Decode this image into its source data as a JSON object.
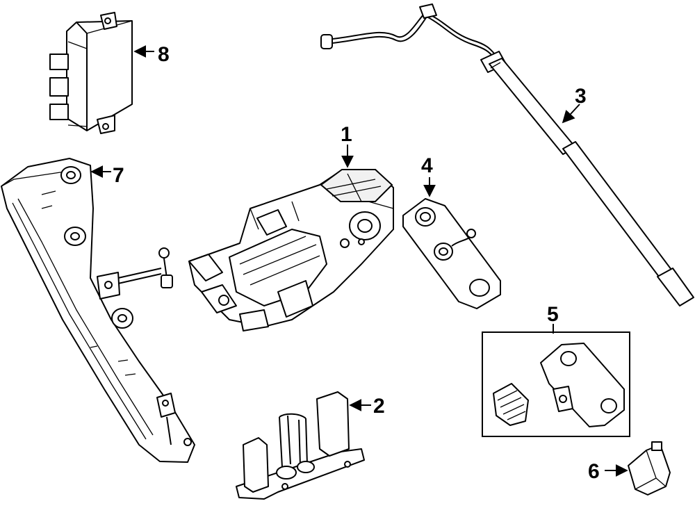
{
  "callouts": [
    {
      "id": "part-1",
      "label": "1"
    },
    {
      "id": "part-2",
      "label": "2"
    },
    {
      "id": "part-3",
      "label": "3"
    },
    {
      "id": "part-4",
      "label": "4"
    },
    {
      "id": "part-5",
      "label": "5"
    },
    {
      "id": "part-6",
      "label": "6"
    },
    {
      "id": "part-7",
      "label": "7"
    },
    {
      "id": "part-8",
      "label": "8"
    }
  ]
}
